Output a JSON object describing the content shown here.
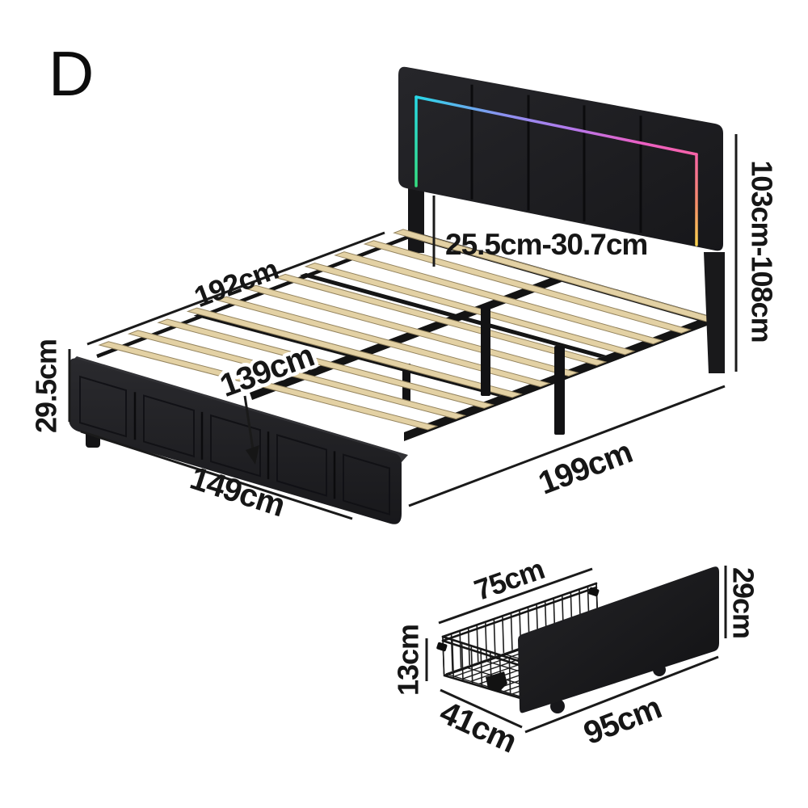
{
  "variant_label": "D",
  "bed": {
    "description": "upholstered bed frame with LED headboard, wooden slats and footboard",
    "dims": {
      "slat_length": "192cm",
      "headboard_gap": "25.5cm-30.7cm",
      "headboard_height": "103cm-108cm",
      "inner_width": "139cm",
      "footboard_height": "29.5cm",
      "overall_width": "149cm",
      "overall_length": "199cm"
    }
  },
  "drawer": {
    "description": "under-bed wire storage drawer with upholstered front panel and casters",
    "dims": {
      "basket_top_length": "75cm",
      "basket_height": "13cm",
      "basket_depth": "41cm",
      "panel_length": "95cm",
      "panel_height": "29cm"
    }
  },
  "colors": {
    "background": "#ffffff",
    "text": "#161616",
    "fabric_dark": "#1e1e21",
    "fabric_light": "#2c2c30",
    "metal": "#141414",
    "slat": "#e3d1a4",
    "slat_edge": "#94845f",
    "led_green": "#35df7f",
    "led_cyan": "#28d8e8",
    "led_violet": "#b379ec",
    "led_magenta": "#ea5fc4",
    "led_pink": "#f763a7",
    "led_orange": "#f78f69",
    "led_yellow": "#f9d24f"
  }
}
